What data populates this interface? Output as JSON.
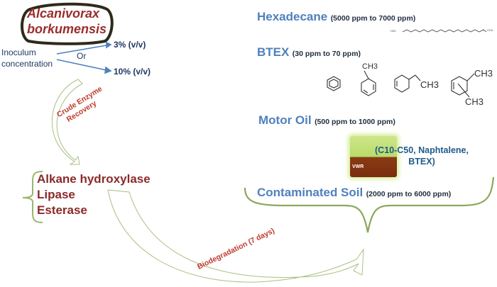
{
  "species": {
    "line1": "Alcanivorax",
    "line2": "borkumensis"
  },
  "inoculum": {
    "label_line1": "Inoculum",
    "label_line2": "concentration",
    "or": "Or",
    "option1": "3% (v/v)",
    "option2": "10% (v/v)"
  },
  "step1": {
    "line1": "Crude Enzyme",
    "line2": "Recovery"
  },
  "enzymes": [
    "Alkane hydroxylase",
    "Lipase",
    "Esterase"
  ],
  "step2": {
    "label": "Biodegradation (7 days)"
  },
  "contaminants": [
    {
      "name": "Hexadecane",
      "range": "(5000 ppm to 7000 ppm)"
    },
    {
      "name": "BTEX",
      "range": "(30 ppm to 70 ppm)"
    },
    {
      "name": "Motor Oil",
      "range": "(500 ppm to 1000 ppm)"
    },
    {
      "name": "Contaminated Soil",
      "range": "(2000 ppm to 6000 ppm)"
    }
  ],
  "hexadecane_structure": {
    "left": "H3C",
    "right": "CH3"
  },
  "btex_structures": {
    "toluene_group": "CH3",
    "ethyl_group": "CH3",
    "xylene_group1": "CH3",
    "xylene_group2": "CH3"
  },
  "motor_oil": {
    "desc_line1": "(C10-C50, Naphtalene,",
    "desc_line2": "BTEX)",
    "beaker_label": "VWR"
  },
  "colors": {
    "species": "#9b2d2d",
    "enzyme": "#8b2a2a",
    "step": "#c0392b",
    "heading": "#4f81bd",
    "arrow": "#4f81bd",
    "outline": "#9bb56a"
  }
}
